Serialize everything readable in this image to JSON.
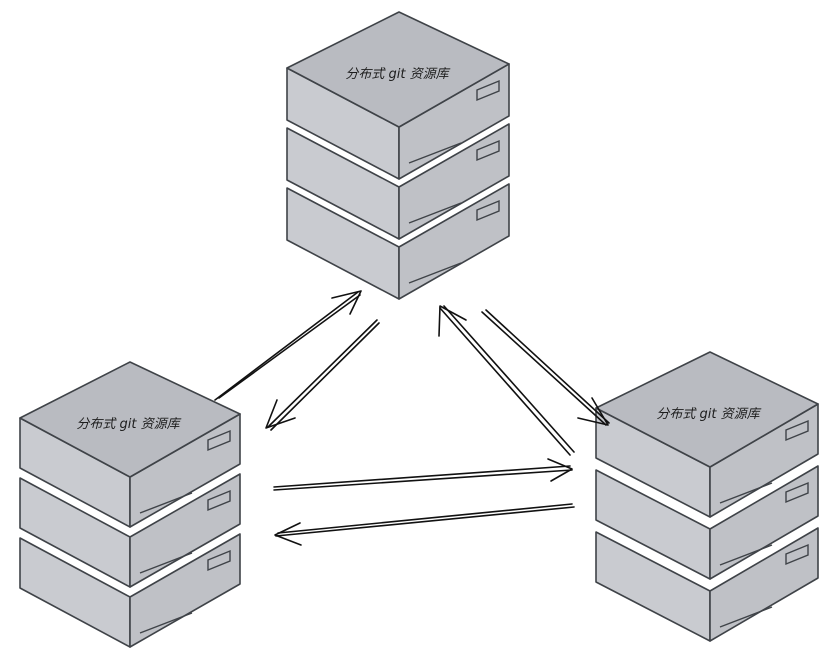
{
  "diagram": {
    "nodes": [
      {
        "id": "top",
        "label": "分布式 git 资源库"
      },
      {
        "id": "left",
        "label": "分布式 git 资源库"
      },
      {
        "id": "right",
        "label": "分布式 git 资源库"
      }
    ],
    "edges": [
      {
        "from": "left",
        "to": "top"
      },
      {
        "from": "top",
        "to": "left"
      },
      {
        "from": "top",
        "to": "right"
      },
      {
        "from": "right",
        "to": "top"
      },
      {
        "from": "left",
        "to": "right"
      },
      {
        "from": "right",
        "to": "left"
      }
    ]
  }
}
